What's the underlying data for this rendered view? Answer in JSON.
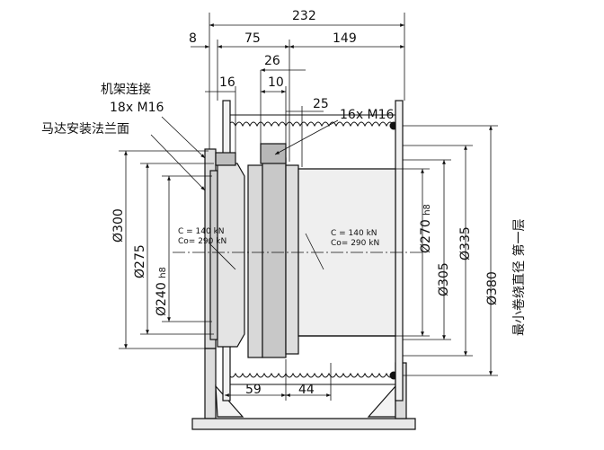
{
  "dimensions": {
    "overall_length": "232",
    "offset_8": "8",
    "length_75": "75",
    "length_149": "149",
    "length_26": "26",
    "length_16": "16",
    "length_10": "10",
    "length_25": "25",
    "length_59": "59",
    "length_44": "44"
  },
  "labels": {
    "frame_connection_line1": "机架连接",
    "frame_connection_line2": "18x M16",
    "motor_mounting_flange": "马达安装法兰面",
    "bolt_spec": "16x M16",
    "min_drum_dia_first_layer": "最小卷绕直径 第一层"
  },
  "diameters": {
    "d300": "300",
    "d275": "275",
    "d240": "240",
    "d240_tol": "h8",
    "d270": "270",
    "d270_tol": "h8",
    "d305": "305",
    "d335": "335",
    "d380": "380"
  },
  "loads": {
    "left_c": "C  = 140 kN",
    "left_co": "Co= 290 kN",
    "right_c": "C  = 140 kN",
    "right_co": "Co= 290 kN"
  }
}
